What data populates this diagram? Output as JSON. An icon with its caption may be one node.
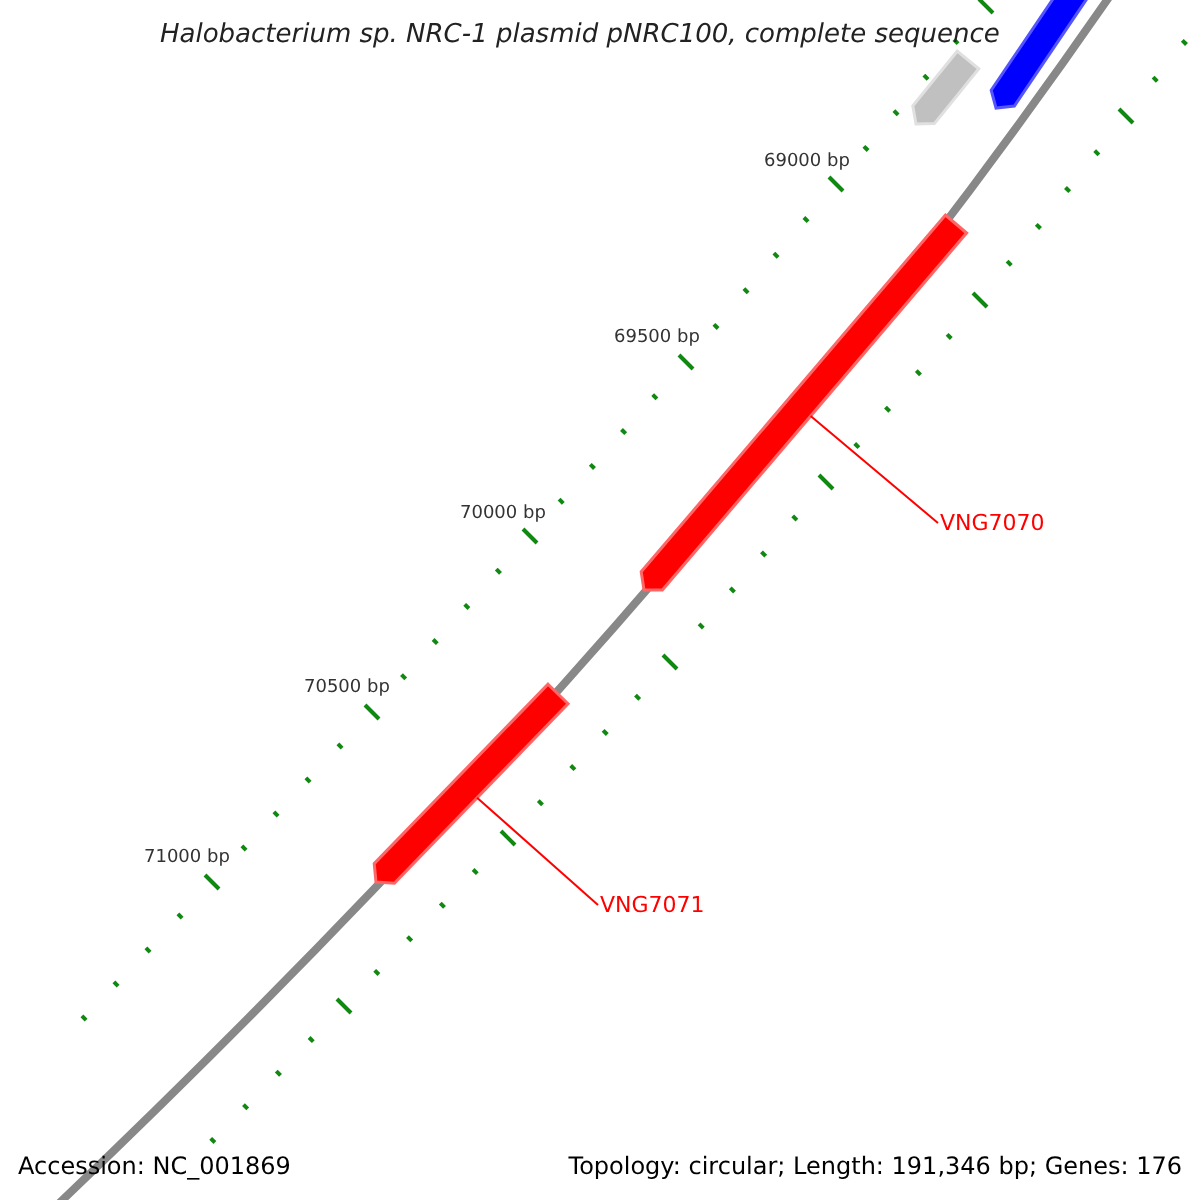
{
  "diagram": {
    "title": "Halobacterium sp. NRC-1 plasmid pNRC100, complete sequence",
    "nodes": [
      {
        "text": [],
        "shape": "bar"
      },
      {
        "text": [],
        "shape": "bar"
      },
      {
        "text": [],
        "shape": "bar"
      },
      {
        "text": [
          "VNG7070"
        ]
      },
      {
        "text": [],
        "shape": "bar"
      },
      {
        "text": [
          "VNG7071"
        ]
      }
    ],
    "edges": [
      {
        "from": 3,
        "to": 2,
        "arrow": "none",
        "color": "#ff0000"
      },
      {
        "from": 5,
        "to": 4,
        "arrow": "none",
        "color": "#ff0000"
      }
    ],
    "labels": [
      "69000 bp",
      "69500 bp",
      "70000 bp",
      "70500 bp",
      "71000 bp",
      "Accession: NC_001869",
      "Topology: circular; Length: 191,346 bp; Genes: 176"
    ]
  }
}
